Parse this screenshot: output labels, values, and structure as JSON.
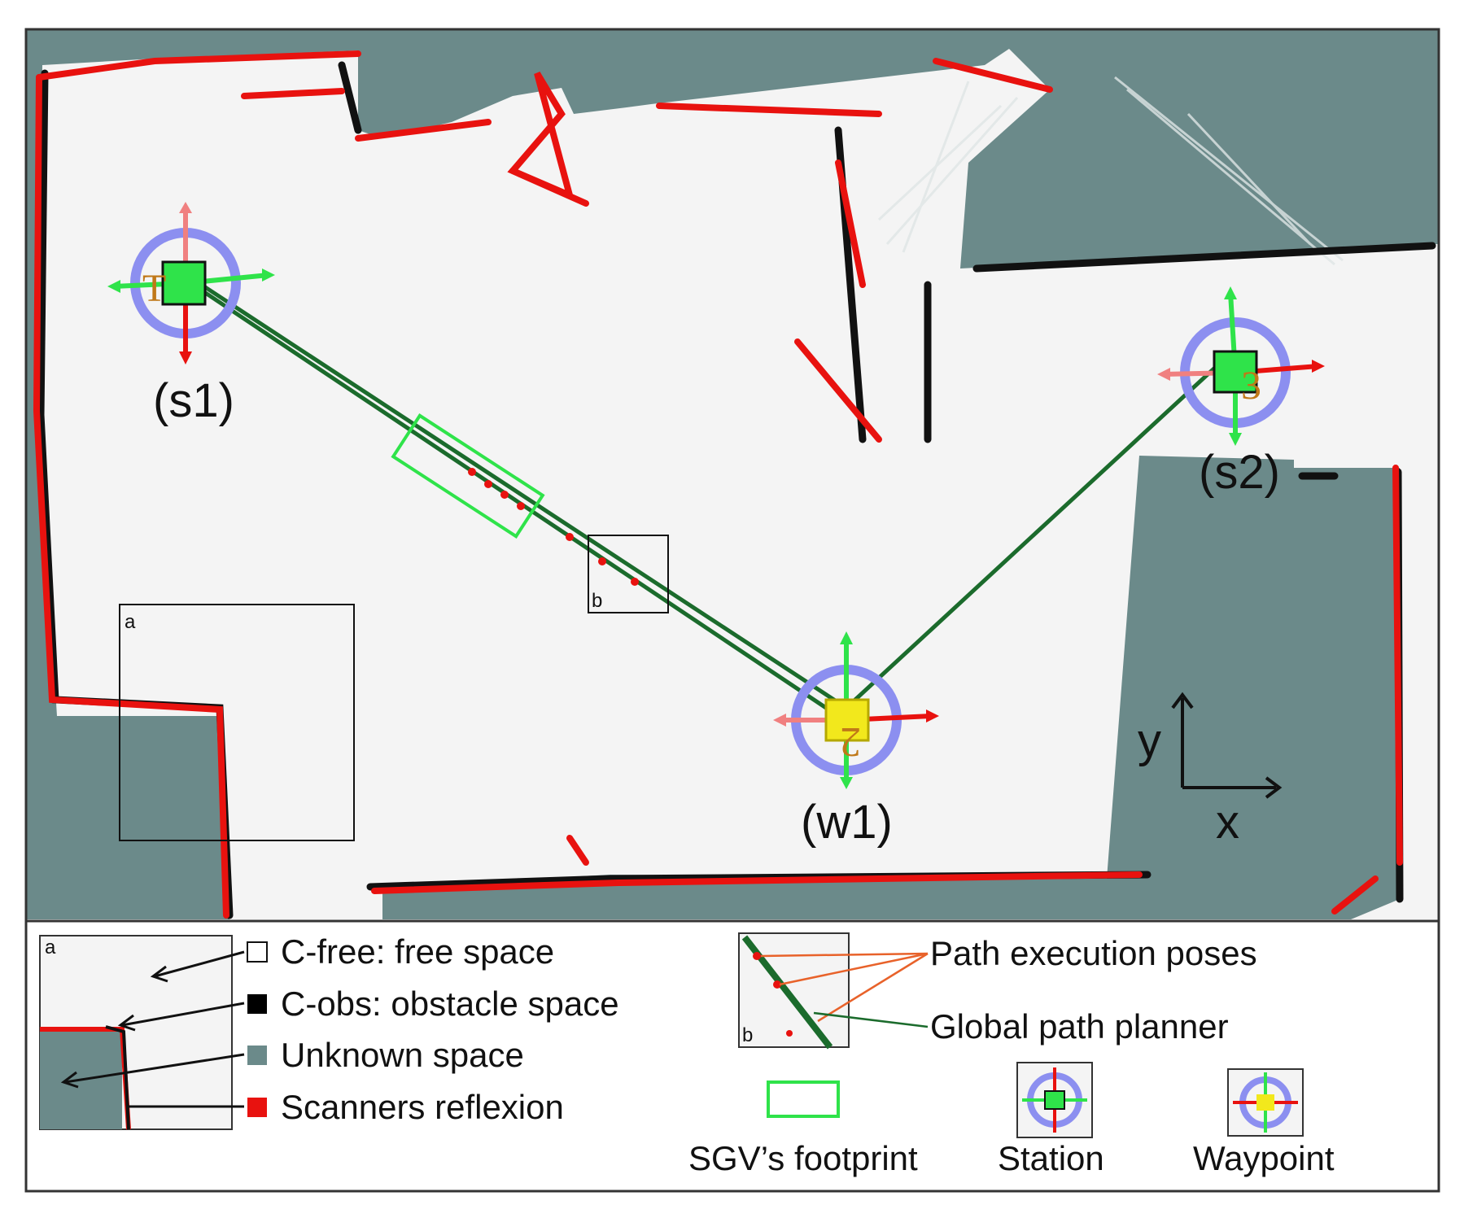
{
  "map": {
    "colors": {
      "free": "#f4f4f4",
      "obstacle": "#111111",
      "unknown": "#6b8a8a",
      "reflexion": "#e8120f",
      "path": "#1b6b2c",
      "footprint": "#2fe34a",
      "ring": "#8c8ff0"
    },
    "labels": {
      "s1": "(s1)",
      "s2": "(s2)",
      "w1": "(w1)",
      "zoom_a": "a",
      "zoom_b": "b",
      "axis_y": "y",
      "axis_x": "x"
    }
  },
  "legend": {
    "inset_a_label": "a",
    "inset_b_label": "b",
    "items": [
      {
        "label": "C-free: free space",
        "color": "#ffffff"
      },
      {
        "label": "C-obs: obstacle space",
        "color": "#000000"
      },
      {
        "label": "Unknown space",
        "color": "#6b8a8a"
      },
      {
        "label": "Scanners reflexion",
        "color": "#e8120f"
      }
    ],
    "path_execution_poses": "Path execution poses",
    "global_path_planner": "Global path planner",
    "footprint": "SGV’s footprint",
    "station": "Station",
    "waypoint": "Waypoint"
  }
}
